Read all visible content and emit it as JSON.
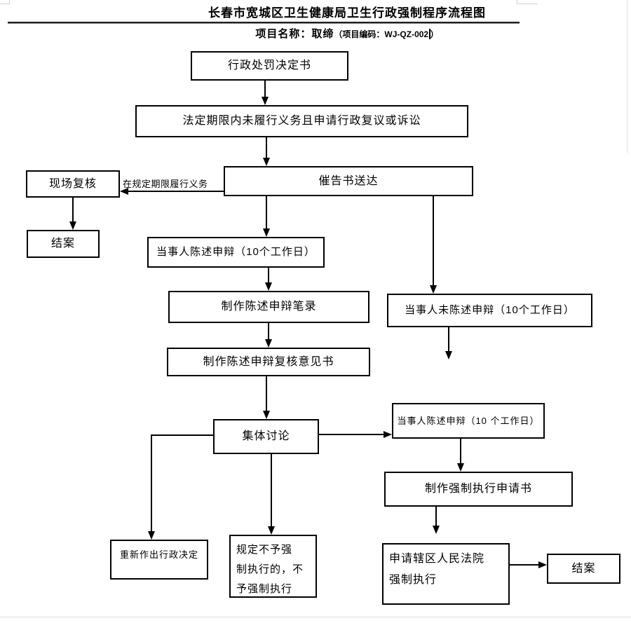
{
  "page": {
    "title": "长春市宽城区卫生健康局卫生行政强制程序流程图",
    "project_label": "项目名称：",
    "project_name": "取缔",
    "project_code_open": "（项目编码：WJ-QZ-002",
    "project_code_close": "）"
  },
  "nodes": {
    "penalty_decision": "行政处罚决定书",
    "unfulfilled_obligation": "法定期限内未履行义务且申请行政复议或诉讼",
    "notice_delivery": "催告书送达",
    "site_review": "现场复核",
    "close_case_left": "结案",
    "statement_defense": "当事人陈述申辩（10个工作日）",
    "make_statement_record": "制作陈述申辩笔录",
    "no_statement_defense": "当事人未陈述申辩（10个工作日）",
    "review_opinion_doc": "制作陈述申辩复核意见书",
    "group_discussion": "集体讨论",
    "statement_defense_right": "当事人陈述申辩（10 个工作日）",
    "enforcement_application": "制作强制执行申请书",
    "new_admin_decision": "重新作出行政决定",
    "no_enforcement": "规定不予强\n制执行的，不\n予强制执行",
    "apply_court_enforcement": "申请辖区人民法院\n强制执行",
    "close_case_right": "结案"
  },
  "edge_labels": {
    "fulfill_in_period": "在规定期限履行义务"
  },
  "colors": {
    "line": "#000000",
    "rule": "#1f1f1f",
    "faint_guide": "#cfcfcf"
  }
}
